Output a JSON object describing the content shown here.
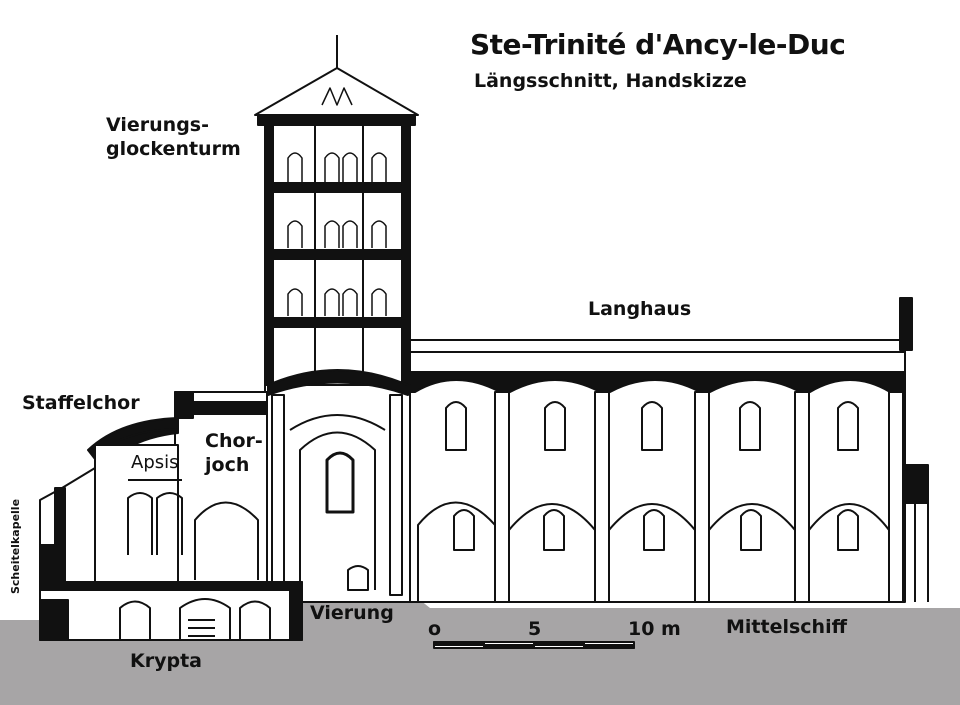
{
  "title": "Ste-Trinité d'Ancy-le-Duc",
  "subtitle": "Längsschnitt, Handskizze",
  "labels": {
    "vierungsglockenturm_1": "Vierungs-",
    "vierungsglockenturm_2": "glockenturm",
    "langhaus": "Langhaus",
    "staffelchor": "Staffelchor",
    "apsis": "Apsis",
    "chorjoch_1": "Chor-",
    "chorjoch_2": "joch",
    "scheitelkapelle": "Scheitelkapelle",
    "vierung": "Vierung",
    "mittelschiff": "Mittelschiff",
    "krypta": "Krypta"
  },
  "scale_bar": {
    "tick_0": "o",
    "tick_5": "5",
    "tick_10": "10 m"
  },
  "colors": {
    "ground": "#a7a5a6",
    "ink": "#111111",
    "paper": "#ffffff"
  }
}
